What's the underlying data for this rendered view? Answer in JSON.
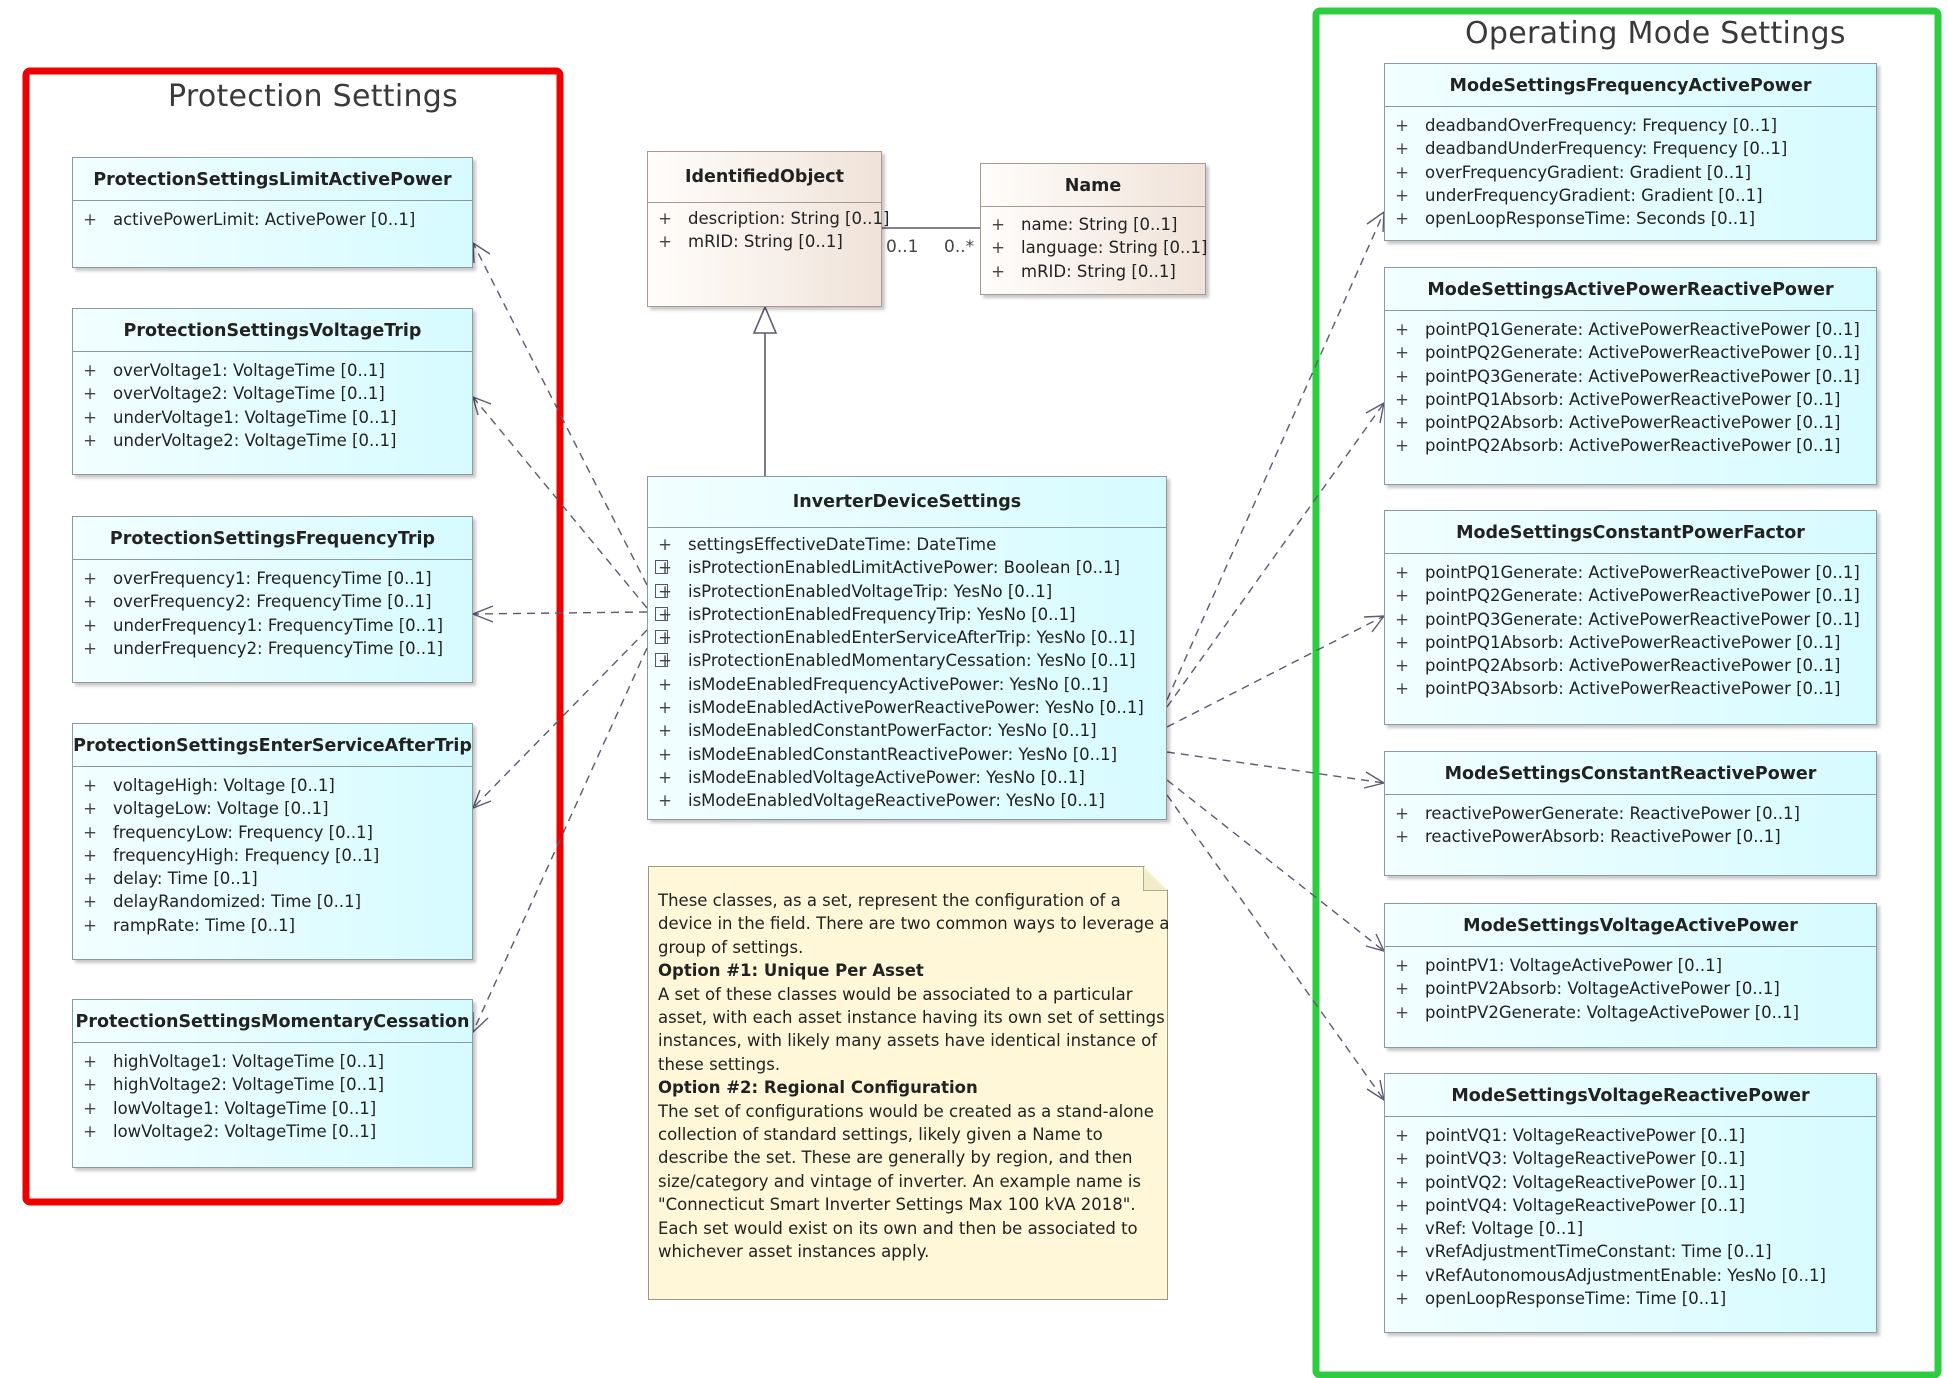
{
  "groups": {
    "protection": "Protection Settings",
    "operating": "Operating Mode Settings"
  },
  "colors": {
    "protection_frame": "#ee0000",
    "operating_frame": "#2ecc40",
    "class_fill": "#dcfcff",
    "base_fill": "#f3e6dc",
    "note_fill": "#fff7d8",
    "connector": "#5a5a70"
  },
  "vis_symbol": "+",
  "protection_classes": [
    {
      "name": "ProtectionSettingsLimitActivePower",
      "attrs": [
        "activePowerLimit: ActivePower [0..1]"
      ]
    },
    {
      "name": "ProtectionSettingsVoltageTrip",
      "attrs": [
        "overVoltage1: VoltageTime [0..1]",
        "overVoltage2: VoltageTime [0..1]",
        "underVoltage1: VoltageTime [0..1]",
        "underVoltage2: VoltageTime [0..1]"
      ]
    },
    {
      "name": "ProtectionSettingsFrequencyTrip",
      "attrs": [
        "overFrequency1: FrequencyTime [0..1]",
        "overFrequency2: FrequencyTime [0..1]",
        "underFrequency1: FrequencyTime [0..1]",
        "underFrequency2: FrequencyTime [0..1]"
      ]
    },
    {
      "name": "ProtectionSettingsEnterServiceAfterTrip",
      "attrs": [
        "voltageHigh: Voltage [0..1]",
        "voltageLow: Voltage [0..1]",
        "frequencyLow: Frequency [0..1]",
        "frequencyHigh: Frequency [0..1]",
        "delay: Time [0..1]",
        "delayRandomized: Time [0..1]",
        "rampRate: Time [0..1]"
      ]
    },
    {
      "name": "ProtectionSettingsMomentaryCessation",
      "attrs": [
        "highVoltage1: VoltageTime [0..1]",
        "highVoltage2: VoltageTime [0..1]",
        "lowVoltage1: VoltageTime [0..1]",
        "lowVoltage2: VoltageTime [0..1]"
      ]
    }
  ],
  "identified_object": {
    "name": "IdentifiedObject",
    "attrs": [
      "description: String [0..1]",
      "mRID: String [0..1]"
    ]
  },
  "name_class": {
    "name": "Name",
    "attrs": [
      "name: String [0..1]",
      "language: String [0..1]",
      "mRID: String [0..1]"
    ]
  },
  "multiplicity": {
    "left": "0..1",
    "right": "0..*"
  },
  "inverter": {
    "name": "InverterDeviceSettings",
    "attrs": [
      "settingsEffectiveDateTime: DateTime",
      "isProtectionEnabledLimitActivePower: Boolean [0..1]",
      "isProtectionEnabledVoltageTrip: YesNo [0..1]",
      "isProtectionEnabledFrequencyTrip: YesNo [0..1]",
      "isProtectionEnabledEnterServiceAfterTrip: YesNo [0..1]",
      "isProtectionEnabledMomentaryCessation: YesNo [0..1]",
      "isModeEnabledFrequencyActivePower: YesNo [0..1]",
      "isModeEnabledActivePowerReactivePower: YesNo [0..1]",
      "isModeEnabledConstantPowerFactor: YesNo [0..1]",
      "isModeEnabledConstantReactivePower: YesNo [0..1]",
      "isModeEnabledVoltageActivePower: YesNo [0..1]",
      "isModeEnabledVoltageReactivePower: YesNo [0..1]"
    ]
  },
  "mode_classes": [
    {
      "name": "ModeSettingsFrequencyActivePower",
      "attrs": [
        "deadbandOverFrequency: Frequency [0..1]",
        "deadbandUnderFrequency: Frequency [0..1]",
        "overFrequencyGradient: Gradient [0..1]",
        "underFrequencyGradient: Gradient [0..1]",
        "openLoopResponseTime: Seconds [0..1]"
      ]
    },
    {
      "name": "ModeSettingsActivePowerReactivePower",
      "attrs": [
        "pointPQ1Generate: ActivePowerReactivePower [0..1]",
        "pointPQ2Generate: ActivePowerReactivePower [0..1]",
        "pointPQ3Generate: ActivePowerReactivePower [0..1]",
        "pointPQ1Absorb: ActivePowerReactivePower [0..1]",
        "pointPQ2Absorb: ActivePowerReactivePower [0..1]",
        "pointPQ2Absorb: ActivePowerReactivePower [0..1]"
      ]
    },
    {
      "name": "ModeSettingsConstantPowerFactor",
      "attrs": [
        "pointPQ1Generate: ActivePowerReactivePower [0..1]",
        "pointPQ2Generate: ActivePowerReactivePower [0..1]",
        "pointPQ3Generate: ActivePowerReactivePower [0..1]",
        "pointPQ1Absorb: ActivePowerReactivePower [0..1]",
        "pointPQ2Absorb: ActivePowerReactivePower [0..1]",
        "pointPQ3Absorb: ActivePowerReactivePower [0..1]"
      ]
    },
    {
      "name": "ModeSettingsConstantReactivePower",
      "attrs": [
        "reactivePowerGenerate: ReactivePower [0..1]",
        "reactivePowerAbsorb: ReactivePower [0..1]"
      ]
    },
    {
      "name": "ModeSettingsVoltageActivePower",
      "attrs": [
        "pointPV1: VoltageActivePower [0..1]",
        "pointPV2Absorb: VoltageActivePower [0..1]",
        "pointPV2Generate: VoltageActivePower [0..1]"
      ]
    },
    {
      "name": "ModeSettingsVoltageReactivePower",
      "attrs": [
        "pointVQ1: VoltageReactivePower [0..1]",
        "pointVQ3: VoltageReactivePower [0..1]",
        "pointVQ2: VoltageReactivePower [0..1]",
        "pointVQ4: VoltageReactivePower [0..1]",
        "vRef: Voltage [0..1]",
        "vRefAdjustmentTimeConstant: Time [0..1]",
        "vRefAutonomousAdjustmentEnable: YesNo [0..1]",
        "openLoopResponseTime: Time [0..1]"
      ]
    }
  ],
  "note": [
    {
      "text": "These classes, as a set, represent the configuration of a",
      "bold": false
    },
    {
      "text": "device in the field. There are two common ways to leverage a",
      "bold": false
    },
    {
      "text": "group of settings.",
      "bold": false
    },
    {
      "text": "Option #1: Unique Per Asset",
      "bold": true
    },
    {
      "text": "A set of these classes would be associated to a particular",
      "bold": false
    },
    {
      "text": "asset, with each asset instance having its own set of settings",
      "bold": false
    },
    {
      "text": "instances, with likely many assets have identical instance of",
      "bold": false
    },
    {
      "text": "these settings.",
      "bold": false
    },
    {
      "text": "Option #2: Regional Configuration",
      "bold": true
    },
    {
      "text": "The set of configurations would be created as a stand-alone",
      "bold": false
    },
    {
      "text": "collection of standard settings, likely given a Name to",
      "bold": false
    },
    {
      "text": "describe the set.  These are generally by region, and then",
      "bold": false
    },
    {
      "text": "size/category and vintage of inverter. An example name is",
      "bold": false
    },
    {
      "text": "\"Connecticut Smart Inverter Settings Max 100 kVA 2018\".",
      "bold": false
    },
    {
      "text": "Each set would exist on its own and then be associated to",
      "bold": false
    },
    {
      "text": "whichever asset instances apply.",
      "bold": false
    }
  ]
}
